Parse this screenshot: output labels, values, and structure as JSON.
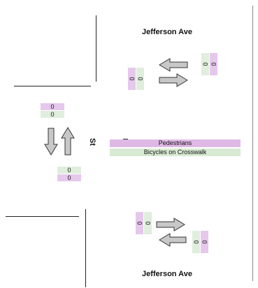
{
  "streets": {
    "north_name": "Jefferson Ave",
    "south_name": "Jefferson Ave",
    "west_name": "St"
  },
  "legend": {
    "pedestrians_label": "Pedestrians",
    "bicycles_label": "Bicycles on Crosswalk"
  },
  "counts": {
    "north_approach_ped": "0",
    "north_approach_bike": "0",
    "north_right_ped": "0",
    "north_right_bike": "0",
    "west_approach_ped": "0",
    "west_approach_bike": "0",
    "west_lower_bike": "0",
    "west_lower_ped": "0",
    "south_left_ped": "0",
    "south_left_bike": "0",
    "south_right_bike": "0",
    "south_right_ped": "0"
  },
  "colors": {
    "pedestrian": "#dfb8e6",
    "bicycle": "#d8ead2",
    "arrow_fill": "#c8c8c8",
    "arrow_stroke": "#333333"
  }
}
